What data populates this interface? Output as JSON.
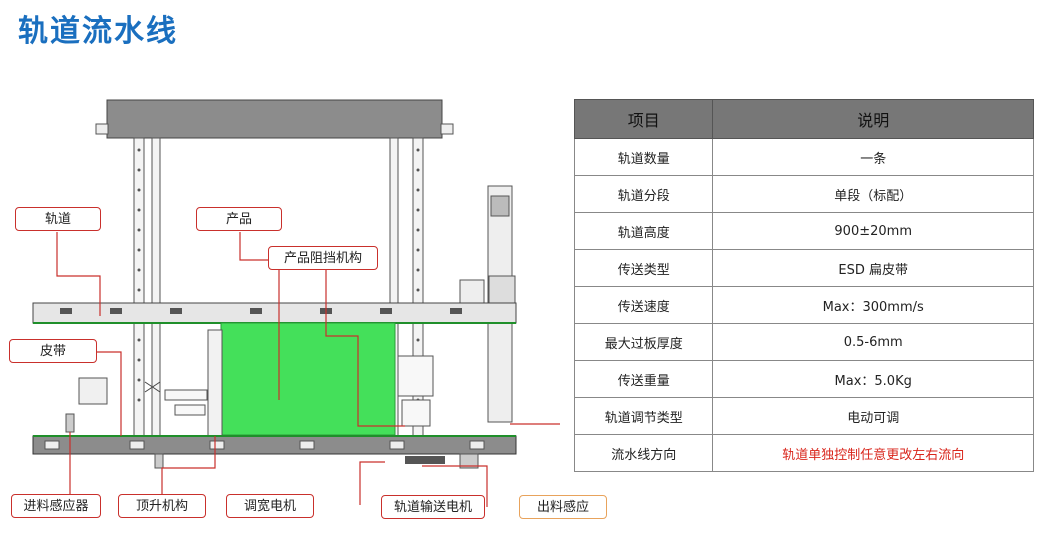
{
  "title": "轨道流水线",
  "callouts": {
    "track": "轨道",
    "product": "产品",
    "stopper": "产品阻挡机构",
    "belt": "皮带",
    "in_sensor": "进料感应器",
    "lift": "顶升机构",
    "width_motor": "调宽电机",
    "conveyor_motor": "轨道输送电机",
    "out_sensor": "出料感应"
  },
  "table": {
    "headers": [
      "项目",
      "说明"
    ],
    "rows": [
      {
        "item": "轨道数量",
        "desc": "一条"
      },
      {
        "item": "轨道分段",
        "desc": "单段（标配）"
      },
      {
        "item": "轨道高度",
        "desc": "900±20mm"
      },
      {
        "item": "传送类型",
        "desc": "ESD 扁皮带"
      },
      {
        "item": "传送速度",
        "desc": "Max：300mm/s"
      },
      {
        "item": "最大过板厚度",
        "desc": "0.5-6mm"
      },
      {
        "item": "传送重量",
        "desc": "Max：5.0Kg"
      },
      {
        "item": "轨道调节类型",
        "desc": "电动可调"
      },
      {
        "item": "流水线方向",
        "desc": "轨道单独控制任意更改左右流向"
      }
    ]
  },
  "colors": {
    "title": "#1a6fbf",
    "callout_border": "#c9302c",
    "callout_border_alt": "#e8a35c",
    "product": "#44e05a",
    "header_bg": "#777777",
    "highlight_text": "#d9261c"
  }
}
